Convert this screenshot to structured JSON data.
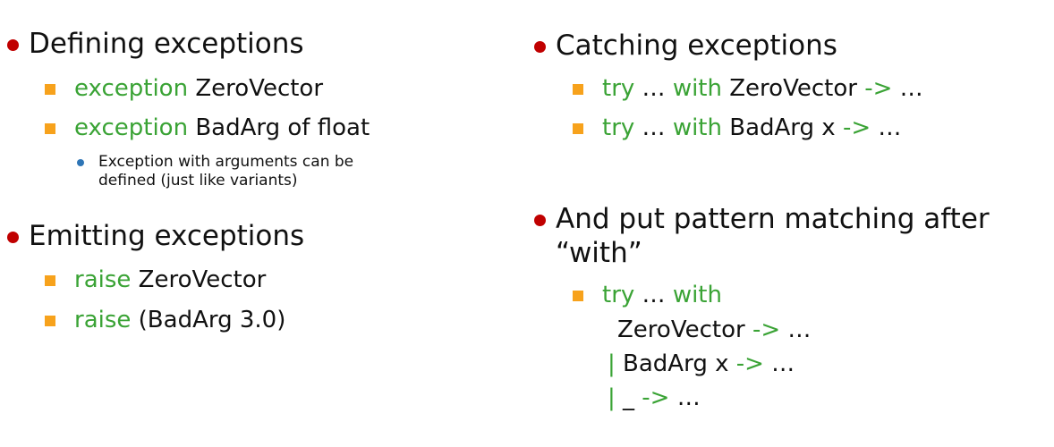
{
  "left": {
    "defining": {
      "heading": "Defining exceptions",
      "item1": {
        "kw": "exception",
        "rest": " ZeroVector"
      },
      "item2": {
        "kw": "exception",
        "rest": " BadArg of float"
      },
      "note_line1": "Exception with arguments can be",
      "note_line2": "defined (just like variants)"
    },
    "emitting": {
      "heading": "Emitting exceptions",
      "item1": {
        "kw": "raise",
        "rest": " ZeroVector"
      },
      "item2": {
        "kw": "raise",
        "rest": " (BadArg 3.0)"
      }
    }
  },
  "right": {
    "catching": {
      "heading": "Catching exceptions",
      "item1": {
        "try": "try",
        "dots1": " … ",
        "with": "with",
        "ctor": " ZeroVector ",
        "arrow": "->",
        "dots2": " …"
      },
      "item2": {
        "try": "try",
        "dots1": " … ",
        "with": "with",
        "ctor": " BadArg x ",
        "arrow": "->",
        "dots2": " …"
      }
    },
    "pattern": {
      "heading_line1": "And put pattern matching after",
      "heading_line2": "“with”",
      "line1": {
        "try": "try",
        "dots": " … ",
        "with": "with"
      },
      "line2": {
        "ctor": "ZeroVector ",
        "arrow": "->",
        "dots": " …"
      },
      "line3": {
        "bar": "|",
        "ctor": " BadArg x ",
        "arrow": "->",
        "dots": " …"
      },
      "line4": {
        "bar": "|",
        "ctor": " _ ",
        "arrow": "->",
        "dots": " …"
      }
    }
  },
  "colors": {
    "level1_bullet": "#c00000",
    "level2_bullet": "#f7a21c",
    "level3_bullet": "#2e75b6",
    "keyword": "#3aa335"
  }
}
